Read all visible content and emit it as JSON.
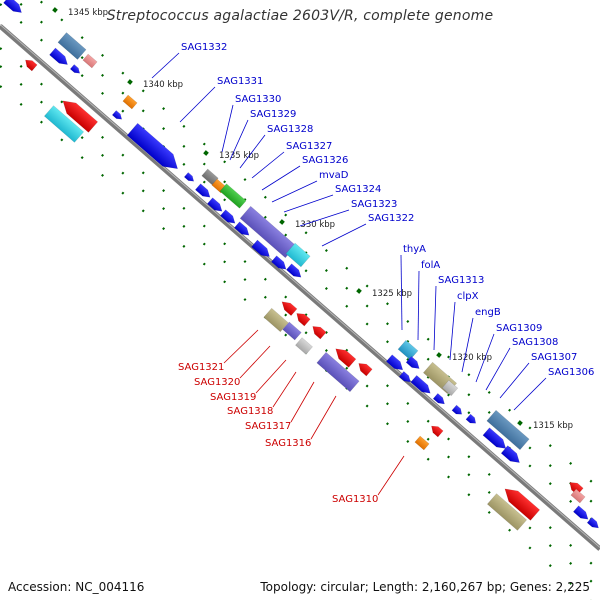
{
  "title": "Streptococcus agalactiae 2603V/R, complete genome",
  "footer": {
    "accession": "Accession: NC_004116",
    "summary": "Topology: circular; Length: 2,160,267 bp; Genes: 2,225"
  },
  "colors": {
    "backbone": "#808080",
    "forward_gene_label": "#0000cc",
    "reverse_gene_label": "#cc0000",
    "tick": "#006600"
  },
  "kbp_labels": [
    {
      "text": "1345 kbp"
    },
    {
      "text": "1340 kbp"
    },
    {
      "text": "1335 kbp"
    },
    {
      "text": "1330 kbp"
    },
    {
      "text": "1325 kbp"
    },
    {
      "text": "1320 kbp"
    },
    {
      "text": "1315 kbp"
    }
  ],
  "forward_genes": [
    {
      "label": "SAG1332"
    },
    {
      "label": "SAG1331"
    },
    {
      "label": "SAG1330"
    },
    {
      "label": "SAG1329"
    },
    {
      "label": "SAG1328"
    },
    {
      "label": "SAG1327"
    },
    {
      "label": "SAG1326"
    },
    {
      "label": "mvaD"
    },
    {
      "label": "SAG1324"
    },
    {
      "label": "SAG1323"
    },
    {
      "label": "SAG1322"
    },
    {
      "label": "thyA"
    },
    {
      "label": "folA"
    },
    {
      "label": "SAG1313"
    },
    {
      "label": "clpX"
    },
    {
      "label": "engB"
    },
    {
      "label": "SAG1309"
    },
    {
      "label": "SAG1308"
    },
    {
      "label": "SAG1307"
    },
    {
      "label": "SAG1306"
    }
  ],
  "reverse_genes": [
    {
      "label": "SAG1321"
    },
    {
      "label": "SAG1320"
    },
    {
      "label": "SAG1319"
    },
    {
      "label": "SAG1318"
    },
    {
      "label": "SAG1317"
    },
    {
      "label": "SAG1316"
    },
    {
      "label": "SAG1310"
    }
  ]
}
